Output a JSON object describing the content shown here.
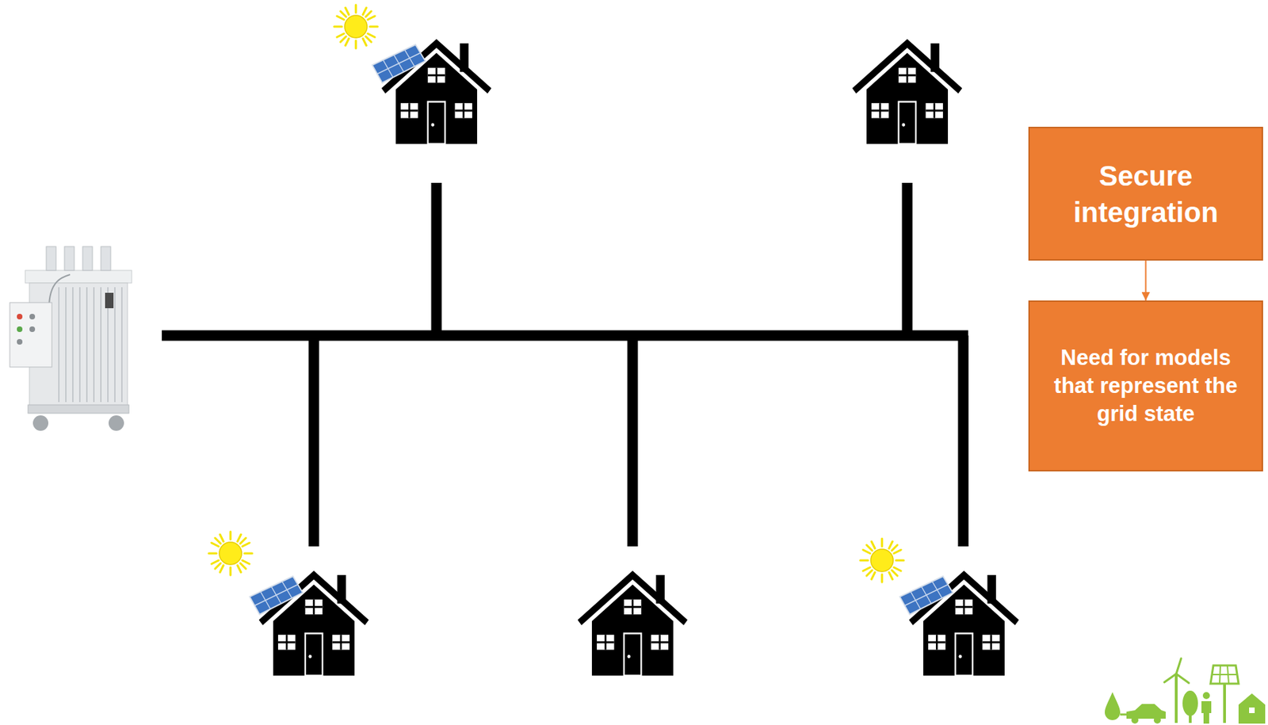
{
  "diagram": {
    "nodes": [
      {
        "text": [
          "Secure integration"
        ]
      },
      {
        "text": [
          "Need for models that represent the grid state"
        ]
      }
    ],
    "edges": [
      {
        "from": 0,
        "to": 1,
        "arrow": "to"
      }
    ]
  }
}
